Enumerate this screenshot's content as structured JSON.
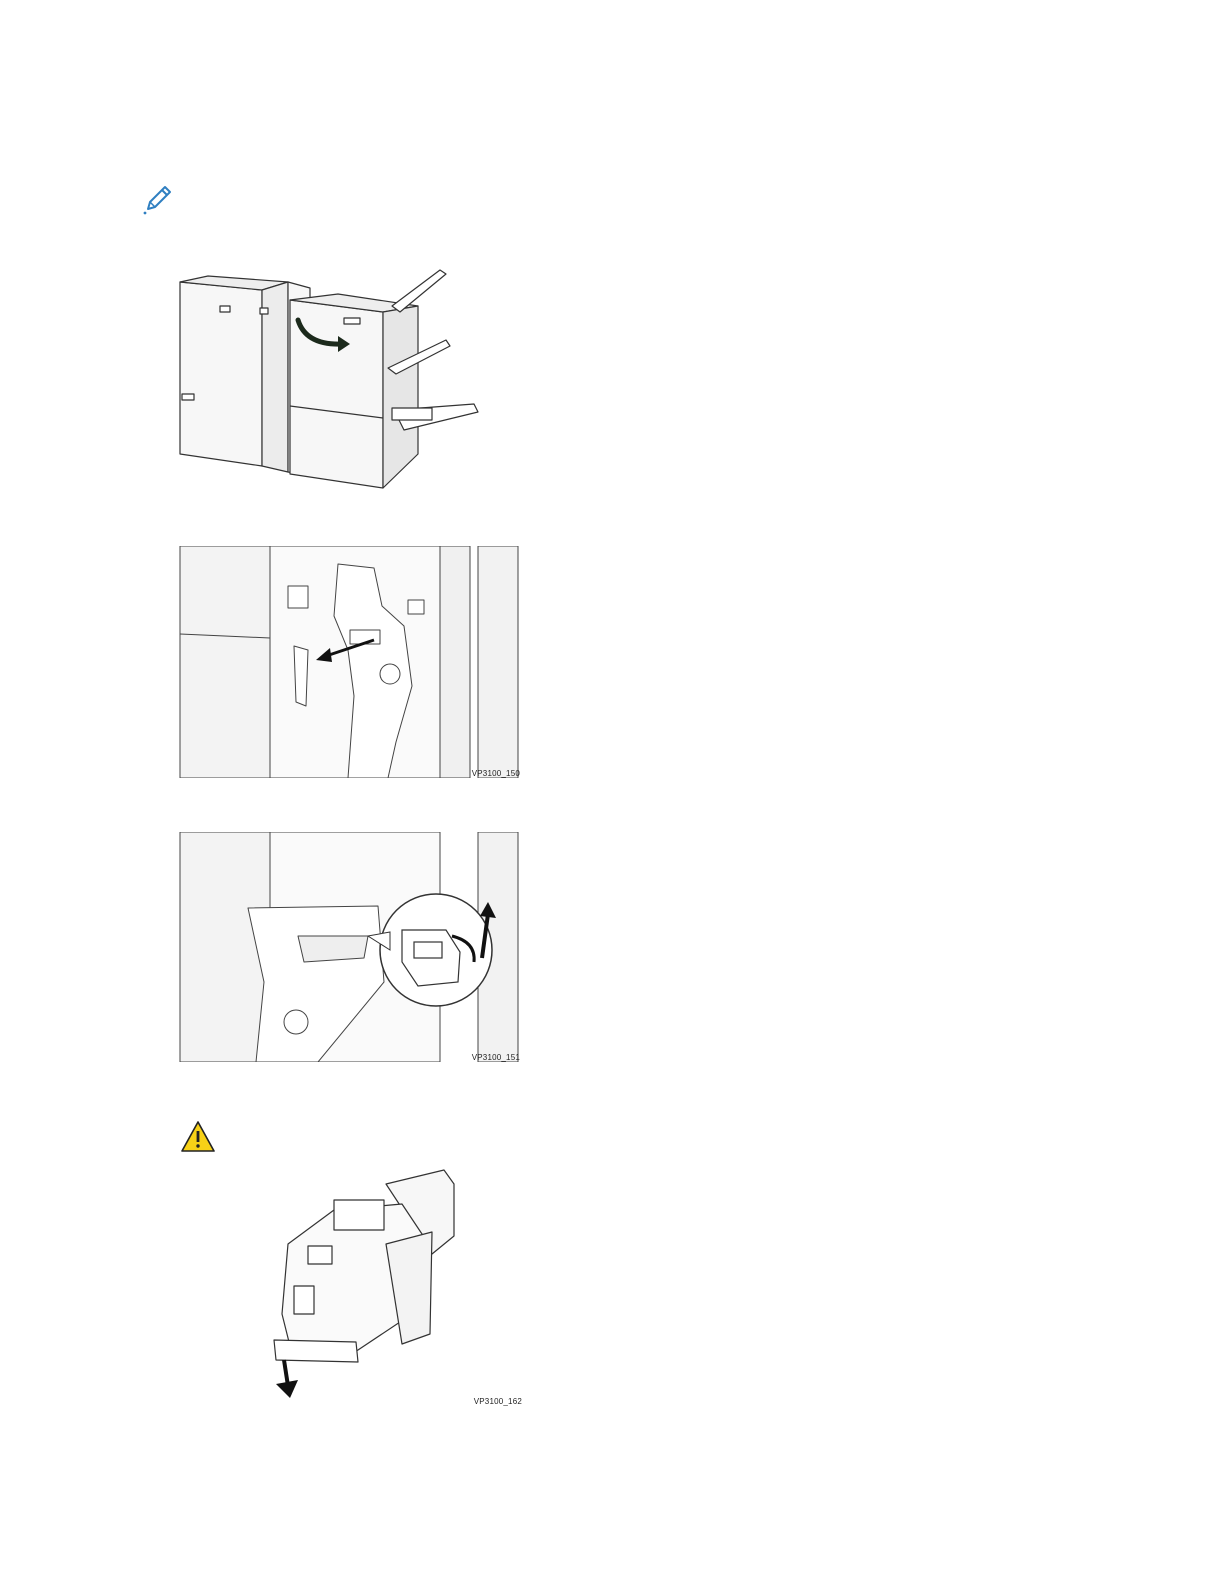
{
  "page": {
    "note_icon": "pencil-note-icon",
    "caution_icon": "warning-triangle-icon",
    "colors": {
      "note_icon": "#2f7fc1",
      "caution_fill": "#f7d117",
      "line": "#333333",
      "fill": "#f5f5f5"
    }
  },
  "figures": [
    {
      "id": "finisher-door",
      "label": ""
    },
    {
      "id": "stapler-handle",
      "label": "VP3100_150"
    },
    {
      "id": "stapler-cartridge",
      "label": "VP3100_151"
    },
    {
      "id": "staple-case",
      "label": "VP3100_162"
    }
  ]
}
